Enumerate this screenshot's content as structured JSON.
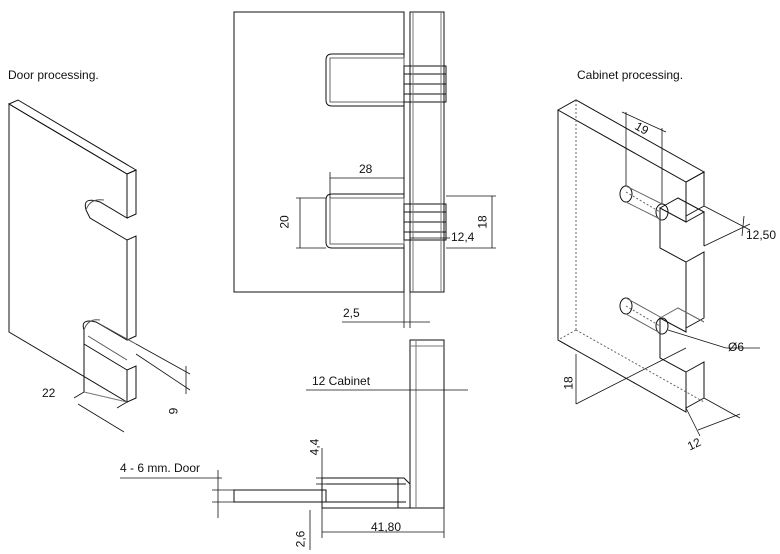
{
  "titles": {
    "door": "Door processing.",
    "cabinet": "Cabinet processing."
  },
  "dims": {
    "d28": "28",
    "d20": "20",
    "d18": "18",
    "d12_4": "12,4",
    "d2_5": "2,5",
    "d12_cabinet": "12 Cabinet",
    "d4_4": "4,4",
    "door_range": "4 - 6 mm. Door",
    "d41_80": "41,80",
    "d2_6": "2,6",
    "d22": "22",
    "d9": "9",
    "d19": "19",
    "d12_50": "12,50",
    "dphi6": "Ø6",
    "d18c": "18",
    "d12c": "12"
  }
}
